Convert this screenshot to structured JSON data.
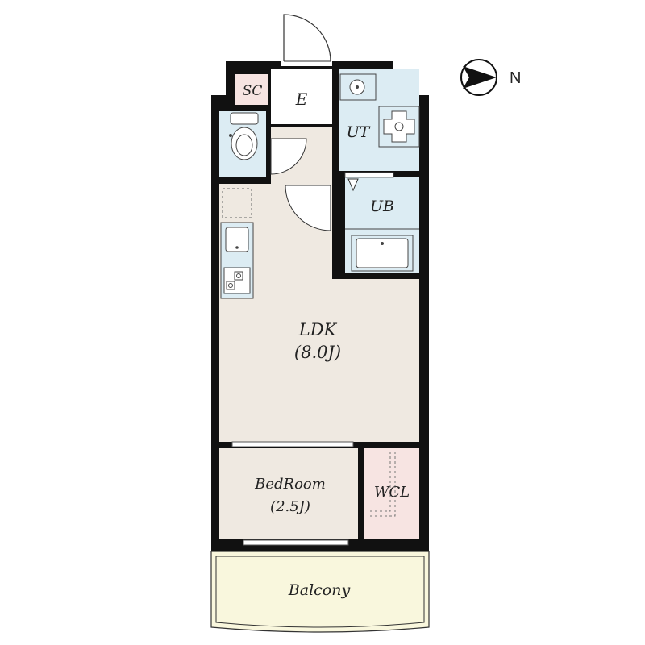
{
  "rooms": {
    "sc": "SC",
    "entrance": "E",
    "utility": "UT",
    "bath": "UB",
    "ldk_name": "LDK",
    "ldk_size": "(8.0J)",
    "bedroom_name": "BedRoom",
    "bedroom_size": "(2.5J)",
    "closet": "WCL",
    "balcony": "Balcony"
  },
  "compass": {
    "label": "N"
  },
  "colors": {
    "wall": "#111111",
    "living_floor": "#efe9e1",
    "wet_area": "#dcecf3",
    "storage": "#f7e4e2",
    "balcony": "#f9f7dd",
    "fixture_fill": "#dcecf3",
    "fixture_stroke": "#444444"
  }
}
